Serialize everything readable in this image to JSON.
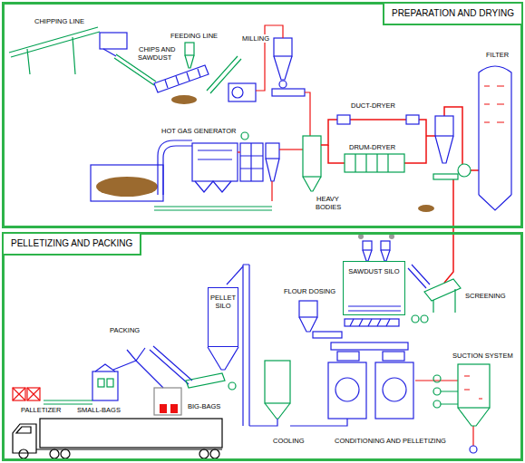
{
  "diagram": {
    "nodes": [
      {
        "text": [
          "PREPARATION AND DRYING"
        ]
      },
      {
        "text": [
          "PELLETIZING AND PACKING"
        ]
      },
      {
        "text": [
          "SAWDUST SILO"
        ],
        "in": 1
      },
      {
        "text": [
          "PELLET SILO"
        ],
        "in": 1
      }
    ],
    "labels": [
      "CHIPPING LINE",
      "FEEDING LINE",
      "MILLING",
      "CHIPS AND SAWDUST",
      "FILTER",
      "DUCT-DRYER",
      "HOT GAS GENERATOR",
      "DRUM-DRYER",
      "HEAVY BODIES",
      "FLOUR DOSING",
      "SCREENING",
      "PACKING",
      "SUCTION SYSTEM",
      "BIG-BAGS",
      "PALLETIZER",
      "SMALL-BAGS",
      "COOLING",
      "CONDITIONING AND PELLETIZING"
    ]
  }
}
